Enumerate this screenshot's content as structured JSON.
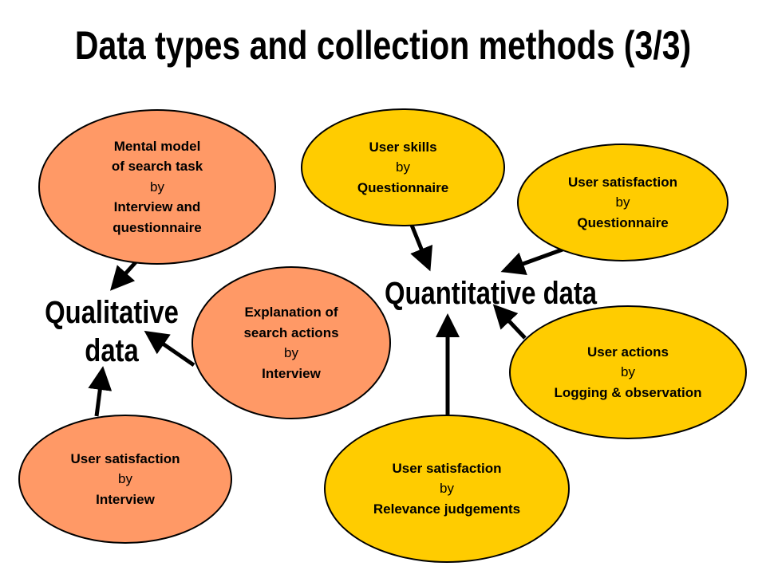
{
  "title": "Data types and collection methods (3/3)",
  "labels": {
    "qualitative_line1": "Qualitative",
    "qualitative_line2": "data",
    "quantitative": "Quantitative data"
  },
  "colors": {
    "qualitative_fill": "#FF9966",
    "quantitative_fill": "#FFCC00",
    "stroke": "#000000"
  },
  "bubbles": {
    "mental_model": {
      "line1": "Mental model",
      "line2": "of search task",
      "by": "by",
      "method1": "Interview and",
      "method2": "questionnaire"
    },
    "explanation": {
      "line1": "Explanation of",
      "line2": "search actions",
      "by": "by",
      "method": "Interview"
    },
    "satisfaction_interview": {
      "line1": "User satisfaction",
      "by": "by",
      "method": "Interview"
    },
    "user_skills": {
      "line1": "User skills",
      "by": "by",
      "method": "Questionnaire"
    },
    "satisfaction_questionnaire": {
      "line1": "User satisfaction",
      "by": "by",
      "method": "Questionnaire"
    },
    "user_actions": {
      "line1": "User actions",
      "by": "by",
      "method": "Logging & observation"
    },
    "satisfaction_relevance": {
      "line1": "User satisfaction",
      "by": "by",
      "method": "Relevance judgements"
    }
  }
}
